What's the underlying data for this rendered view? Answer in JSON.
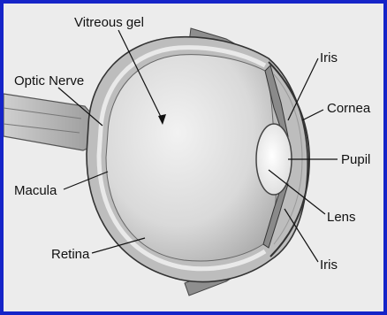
{
  "diagram": {
    "labels": {
      "vitreous_gel": "Vitreous gel",
      "optic_nerve": "Optic Nerve",
      "macula": "Macula",
      "retina": "Retina",
      "iris_top": "Iris",
      "cornea": "Cornea",
      "pupil": "Pupil",
      "lens": "Lens",
      "iris_bottom": "Iris"
    },
    "colors": {
      "frame": "#1524c8",
      "background": "#ececec",
      "ink": "#111111"
    }
  }
}
